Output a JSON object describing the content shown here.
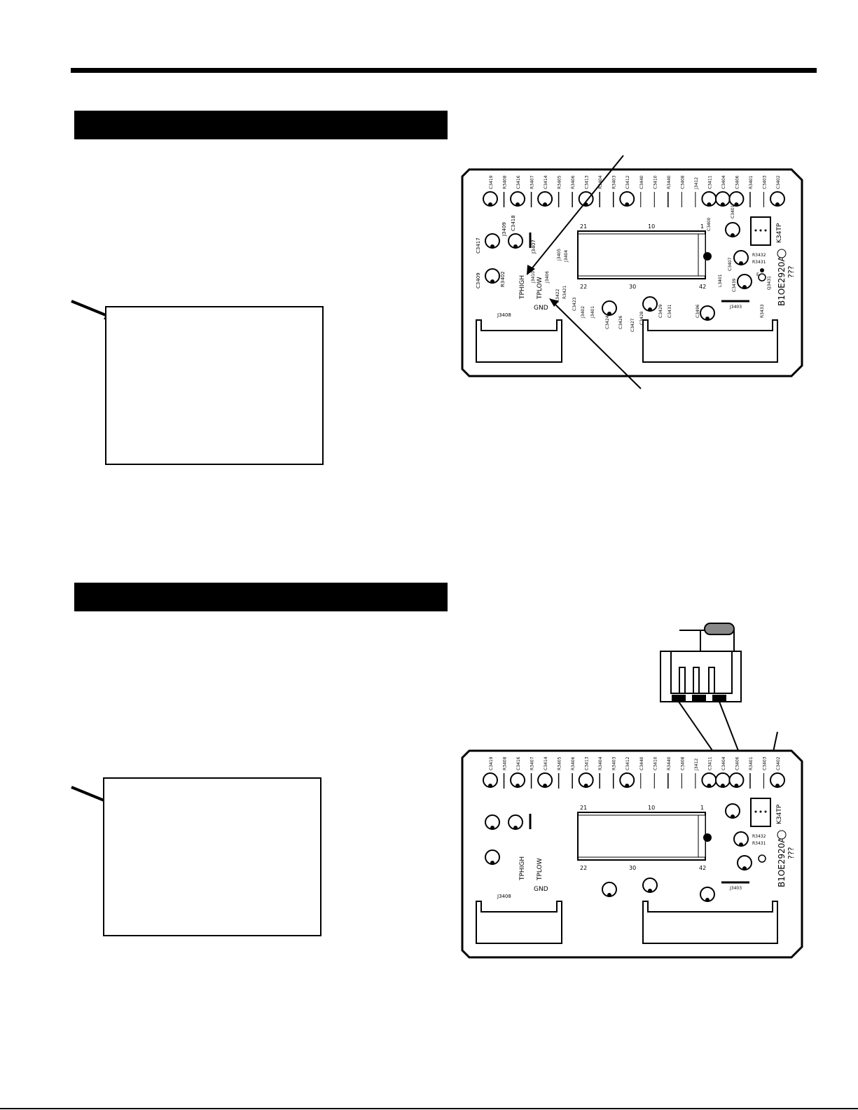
{
  "board": {
    "top_caps": [
      "C3419",
      "R3408",
      "C3416",
      "R3407",
      "C3414",
      "R3405",
      "R3406",
      "C3413",
      "R3404",
      "R3403",
      "C3412",
      "C3440",
      "C3410",
      "R3440",
      "C3408",
      "J3412",
      "C3411",
      "C3404",
      "C3406",
      "R3401",
      "C3403",
      "C3402"
    ],
    "ic_pins": {
      "p21": "21",
      "p10": "10",
      "p1": "1",
      "p22": "22",
      "p30": "30",
      "p42": "42"
    },
    "labels": {
      "tphigh": "TPHIGH",
      "tplow": "TPLOW",
      "gnd": "GND",
      "j3408": "J3408",
      "j3403": "J3403",
      "k34tp": "K34TP",
      "board_id": "B1OE2920A",
      "board_rev": "???",
      "c3417": "C3417",
      "c3409": "C3409",
      "r3402": "R3402",
      "c3418": "C3418",
      "j3409": "J3409",
      "j3407": "J3407",
      "j3410": "J3410",
      "j3406": "J3406",
      "j3405": "J3405",
      "j3404": "J3404",
      "r3422": "R3422",
      "r3421": "R3421",
      "c3423": "C3423",
      "j3402": "J3402",
      "j3401": "J3401",
      "c3424": "C3424",
      "c3426": "C3426",
      "c3427": "C3427",
      "c3428": "C3428",
      "c3429": "C3429",
      "c3431": "C3431",
      "c3496": "C3496",
      "l3401": "L3401",
      "c3407": "C3407",
      "c3439": "C3439",
      "q3431": "Q3431",
      "r3432": "R3432",
      "r3431": "R3431",
      "r3433": "R3433",
      "c3400": "C3400",
      "c3401": "C3401",
      "e": "E"
    }
  }
}
